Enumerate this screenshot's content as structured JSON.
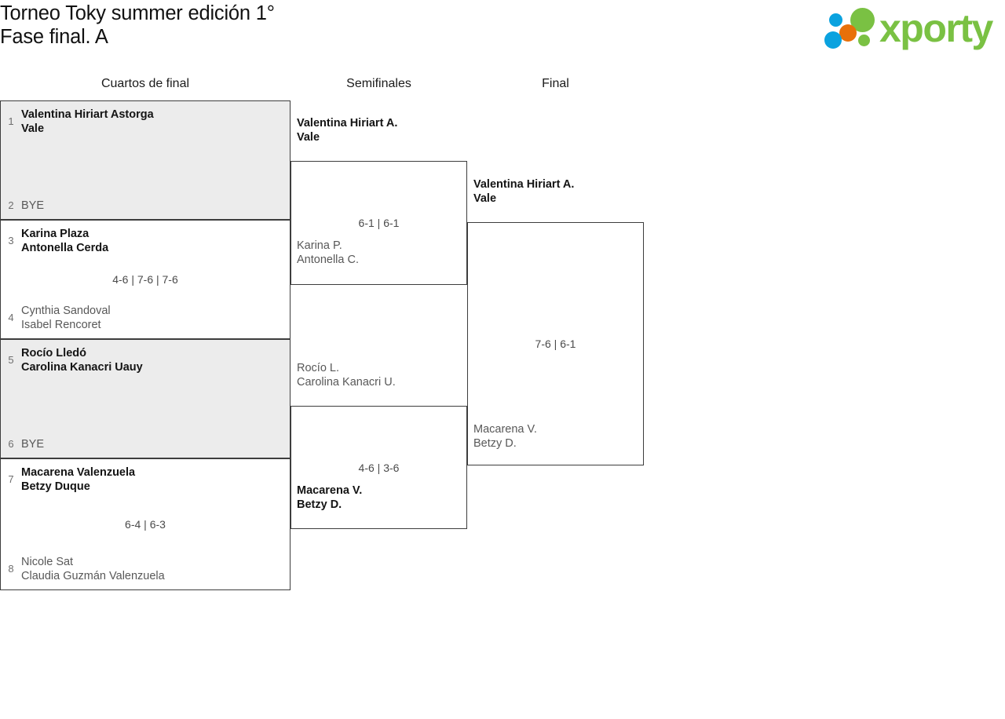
{
  "header": {
    "title_line1": "Torneo Toky summer edición 1°",
    "title_line2": "Fase final. A",
    "logo_text": "xporty"
  },
  "columns": [
    {
      "label": "Cuartos de final"
    },
    {
      "label": "Semifinales"
    },
    {
      "label": "Final"
    }
  ],
  "bracket": {
    "round1": [
      {
        "bye": true,
        "top": {
          "seed": "1",
          "name1": "Valentina Hiriart Astorga",
          "name2": "Vale",
          "status": "winner"
        },
        "bottom": {
          "seed": "2",
          "name1": "BYE",
          "name2": "",
          "status": "bye"
        },
        "score": ""
      },
      {
        "bye": false,
        "top": {
          "seed": "3",
          "name1": "Karina Plaza",
          "name2": "Antonella Cerda",
          "status": "winner"
        },
        "bottom": {
          "seed": "4",
          "name1": "Cynthia Sandoval",
          "name2": "Isabel Rencoret",
          "status": "loser"
        },
        "score": "4-6 | 7-6 | 7-6"
      },
      {
        "bye": true,
        "top": {
          "seed": "5",
          "name1": "Rocío Lledó",
          "name2": "Carolina Kanacri Uauy",
          "status": "winner"
        },
        "bottom": {
          "seed": "6",
          "name1": "BYE",
          "name2": "",
          "status": "bye"
        },
        "score": ""
      },
      {
        "bye": false,
        "top": {
          "seed": "7",
          "name1": "Macarena Valenzuela",
          "name2": "Betzy Duque",
          "status": "winner"
        },
        "bottom": {
          "seed": "8",
          "name1": "Nicole Sat",
          "name2": "Claudia Guzmán Valenzuela",
          "status": "loser"
        },
        "score": "6-4 | 6-3"
      }
    ],
    "round2": [
      {
        "top": {
          "name1": "Valentina Hiriart A.",
          "name2": "Vale",
          "status": "winner"
        },
        "bottom": {
          "name1": "Karina P.",
          "name2": "Antonella C.",
          "status": "loser"
        },
        "score": "6-1 | 6-1"
      },
      {
        "top": {
          "name1": "Rocío L.",
          "name2": "Carolina Kanacri U.",
          "status": "loser"
        },
        "bottom": {
          "name1": "Macarena V.",
          "name2": "Betzy D.",
          "status": "winner"
        },
        "score": "4-6 | 3-6"
      }
    ],
    "round3": [
      {
        "top": {
          "name1": "Valentina Hiriart A.",
          "name2": "Vale",
          "status": "winner"
        },
        "bottom": {
          "name1": "Macarena V.",
          "name2": "Betzy D.",
          "status": "loser"
        },
        "score": "7-6 | 6-1"
      }
    ]
  },
  "colors": {
    "bye_background": "#ececec",
    "border": "#3d3d3d",
    "logo_green": "#7ac143",
    "logo_blue": "#0aa2df",
    "logo_orange": "#e8700a"
  }
}
